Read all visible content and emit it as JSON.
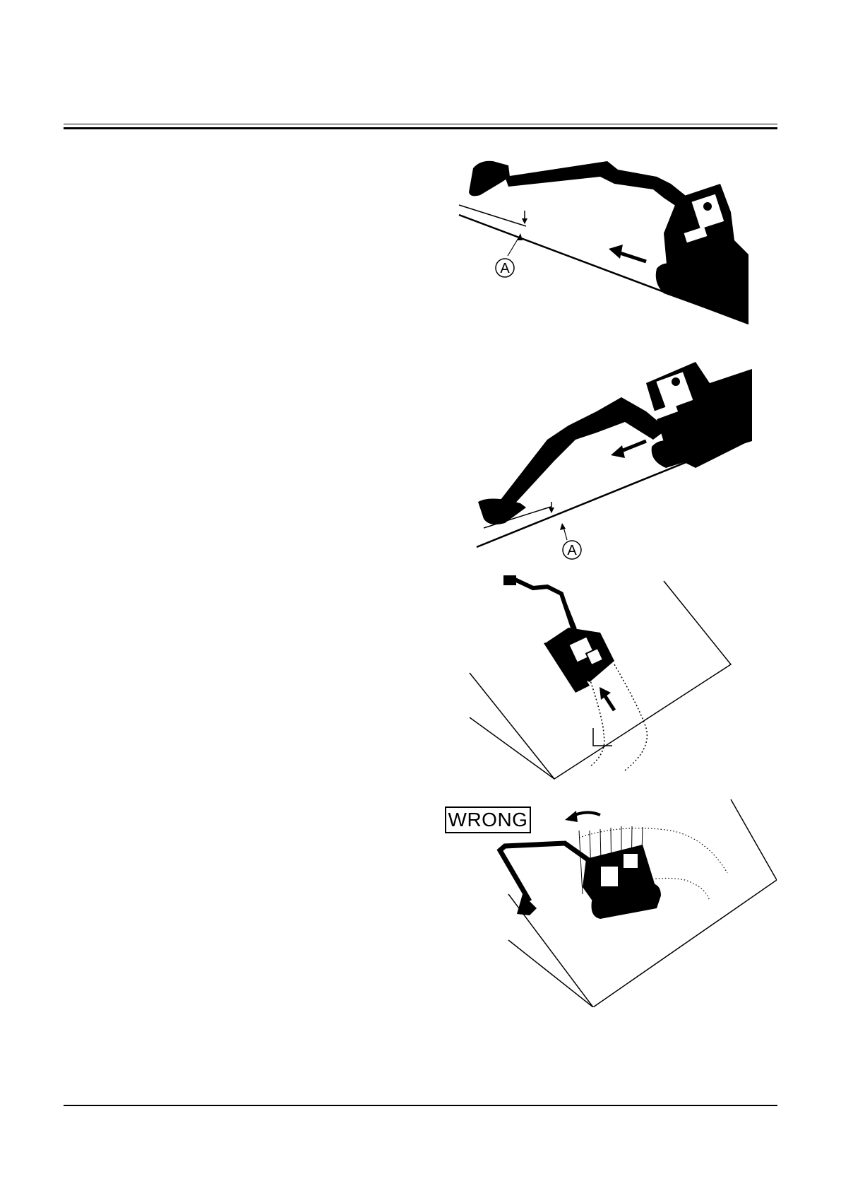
{
  "figures": {
    "fig1": {
      "callout_label": "A"
    },
    "fig2": {
      "callout_label": "A"
    },
    "fig4": {
      "warning_label": "WRONG"
    }
  },
  "colors": {
    "ink": "#000000",
    "paper": "#ffffff"
  },
  "icons": {
    "fig1": "excavator-descending-slope-icon",
    "fig2": "excavator-descending-slope-bucket-low-icon",
    "fig3": "excavator-climbing-slope-straight-icon",
    "fig4": "excavator-turning-on-slope-icon"
  }
}
